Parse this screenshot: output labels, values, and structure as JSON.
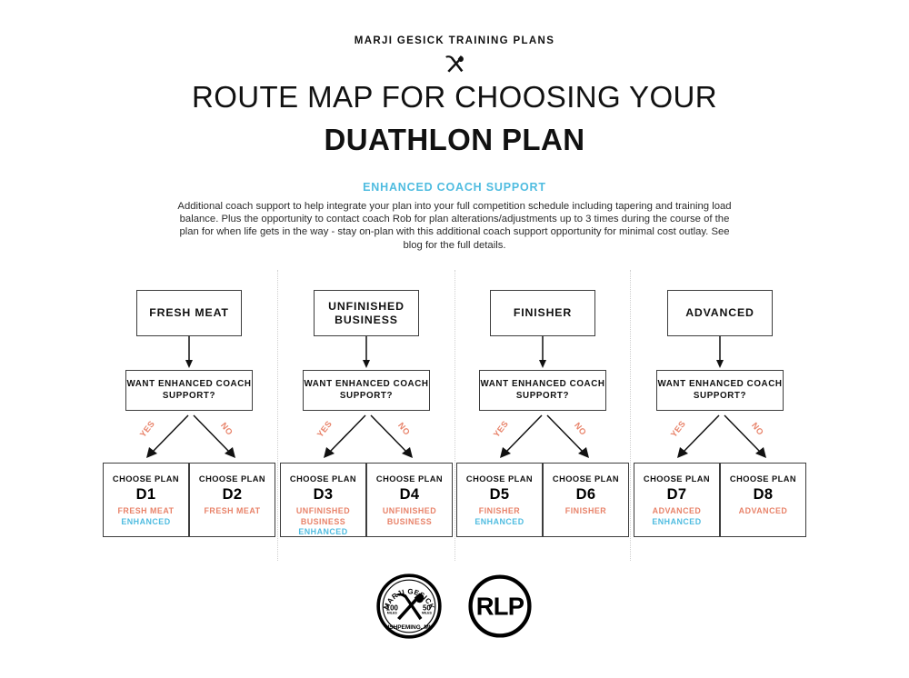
{
  "header": {
    "kicker": "MARJI GESICK TRAINING PLANS",
    "icon": "crossed-pick-shovel-icon",
    "title_line1": "ROUTE MAP FOR CHOOSING YOUR",
    "title_line2": "DUATHLON PLAN",
    "sub_heading": "ENHANCED COACH SUPPORT",
    "sub_heading_color": "#4FBCE0",
    "description": "Additional coach support to help integrate your plan into your full competition schedule including tapering and training load balance. Plus the opportunity to contact coach Rob for plan alterations/adjustments up to 3 times during the course of the plan for when life gets in the way - stay on-plan with this additional coach support opportunity for minimal cost outlay. See blog for the full details."
  },
  "colors": {
    "accent_orange": "#E8836A",
    "accent_blue": "#4FBCE0",
    "box_border": "#3d3d3d",
    "divider": "#cfcfcf"
  },
  "flow": {
    "decision_question": "WANT ENHANCED COACH SUPPORT?",
    "branch_yes_label": "YES",
    "branch_no_label": "NO",
    "choose_plan_label": "CHOOSE PLAN",
    "enhanced_label": "ENHANCED",
    "columns": [
      {
        "start": "FRESH MEAT",
        "yes_plan": {
          "code": "D1",
          "tag": "FRESH MEAT",
          "enhanced": "ENHANCED"
        },
        "no_plan": {
          "code": "D2",
          "tag": "FRESH MEAT",
          "enhanced": ""
        }
      },
      {
        "start": "UNFINISHED BUSINESS",
        "yes_plan": {
          "code": "D3",
          "tag": "UNFINISHED BUSINESS",
          "enhanced": "ENHANCED"
        },
        "no_plan": {
          "code": "D4",
          "tag": "UNFINISHED BUSINESS",
          "enhanced": ""
        }
      },
      {
        "start": "FINISHER",
        "yes_plan": {
          "code": "D5",
          "tag": "FINISHER",
          "enhanced": "ENHANCED"
        },
        "no_plan": {
          "code": "D6",
          "tag": "FINISHER",
          "enhanced": ""
        }
      },
      {
        "start": "ADVANCED",
        "yes_plan": {
          "code": "D7",
          "tag": "ADVANCED",
          "enhanced": "ENHANCED"
        },
        "no_plan": {
          "code": "D8",
          "tag": "ADVANCED",
          "enhanced": ""
        }
      }
    ]
  },
  "footer": {
    "logos": [
      {
        "name": "marji-gesick-logo",
        "arc_text": "MARJI GESICK",
        "left_number": "100",
        "left_unit": "MILES",
        "right_number": "50",
        "right_unit": "MILES",
        "bottom_text": "ISHPEMING, MI"
      },
      {
        "name": "rlp-logo",
        "text": "RLP"
      }
    ]
  }
}
